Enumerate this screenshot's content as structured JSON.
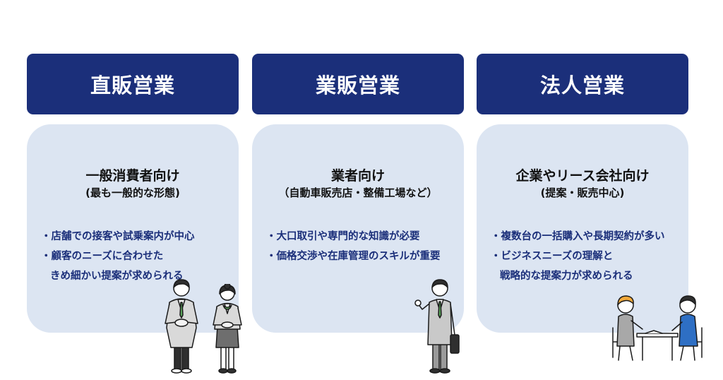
{
  "columns": [
    {
      "header": "直販営業",
      "title": "一般消費者向け",
      "subtitle": "(最も一般的な形態)",
      "bullets": [
        {
          "line1": "・店舗での接客や試乗案内が中心",
          "line2": ""
        },
        {
          "line1": "・顧客のニーズに合わせた",
          "line2": "きめ細かい提案が求められる"
        }
      ]
    },
    {
      "header": "業販営業",
      "title": "業者向け",
      "subtitle": "（自動車販売店・整備工場など）",
      "bullets": [
        {
          "line1": "・大口取引や専門的な知識が必要",
          "line2": ""
        },
        {
          "line1": "・価格交渉や在庫管理のスキルが重要",
          "line2": ""
        }
      ]
    },
    {
      "header": "法人営業",
      "title": "企業やリース会社向け",
      "subtitle": "(提案・販売中心)",
      "bullets": [
        {
          "line1": "・複数台の一括購入や長期契約が多い",
          "line2": ""
        },
        {
          "line1": "・ビジネスニーズの理解と",
          "line2": "戦略的な提案力が求められる"
        }
      ]
    }
  ],
  "colors": {
    "header_bg": "#1b2f7a",
    "panel_bg": "#dce5f2",
    "bullet_text": "#1b2f7a",
    "accent_orange": "#f2a93b",
    "accent_green": "#5aa35a",
    "accent_blue": "#2e6fc4"
  },
  "icons": [
    "salesman-icon",
    "saleswoman-icon",
    "presenting-salesman-icon",
    "business-meeting-icon"
  ]
}
